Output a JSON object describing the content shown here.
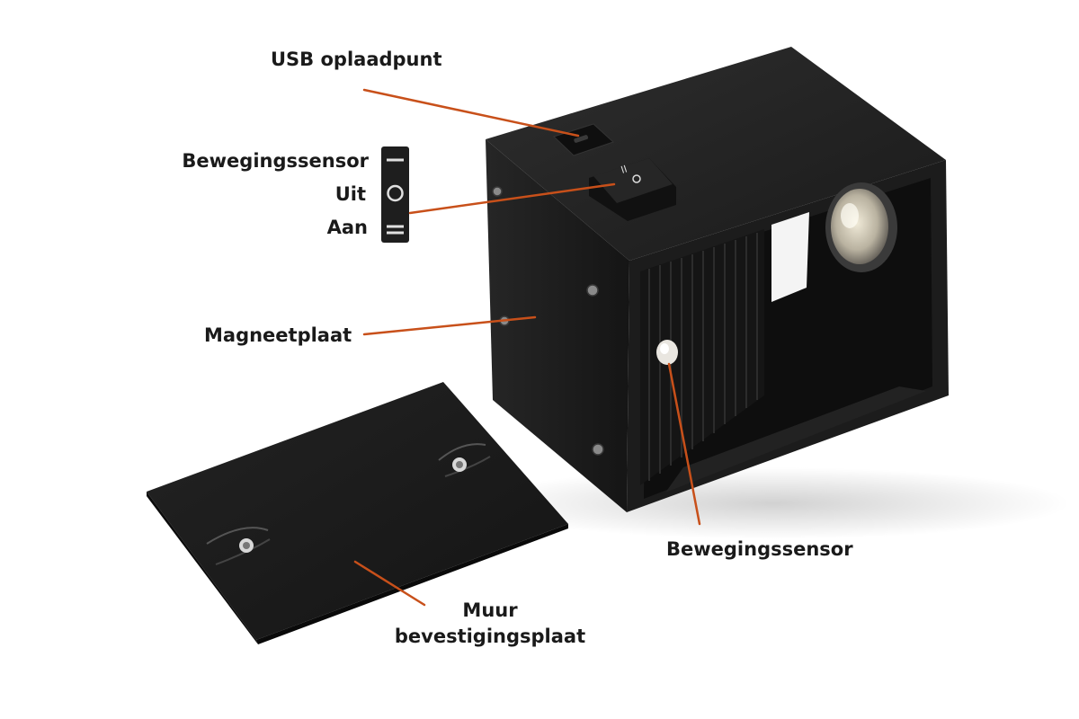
{
  "labels": {
    "usb": "USB oplaadpunt",
    "switch_motion": "Bewegingssensor",
    "switch_off": "Uit",
    "switch_on": "Aan",
    "magnet": "Magneetplaat",
    "sensor": "Bewegingssensor",
    "wall_plate_line1": "Muur",
    "wall_plate_line2": "bevestigingsplaat"
  },
  "colors": {
    "background": "#ffffff",
    "leader": "#c8501a",
    "device": "#1b1b1b",
    "text": "#1a1a1a"
  },
  "icons": {
    "switch_symbols": [
      "dash-icon",
      "circle-icon",
      "double-dash-icon"
    ]
  }
}
